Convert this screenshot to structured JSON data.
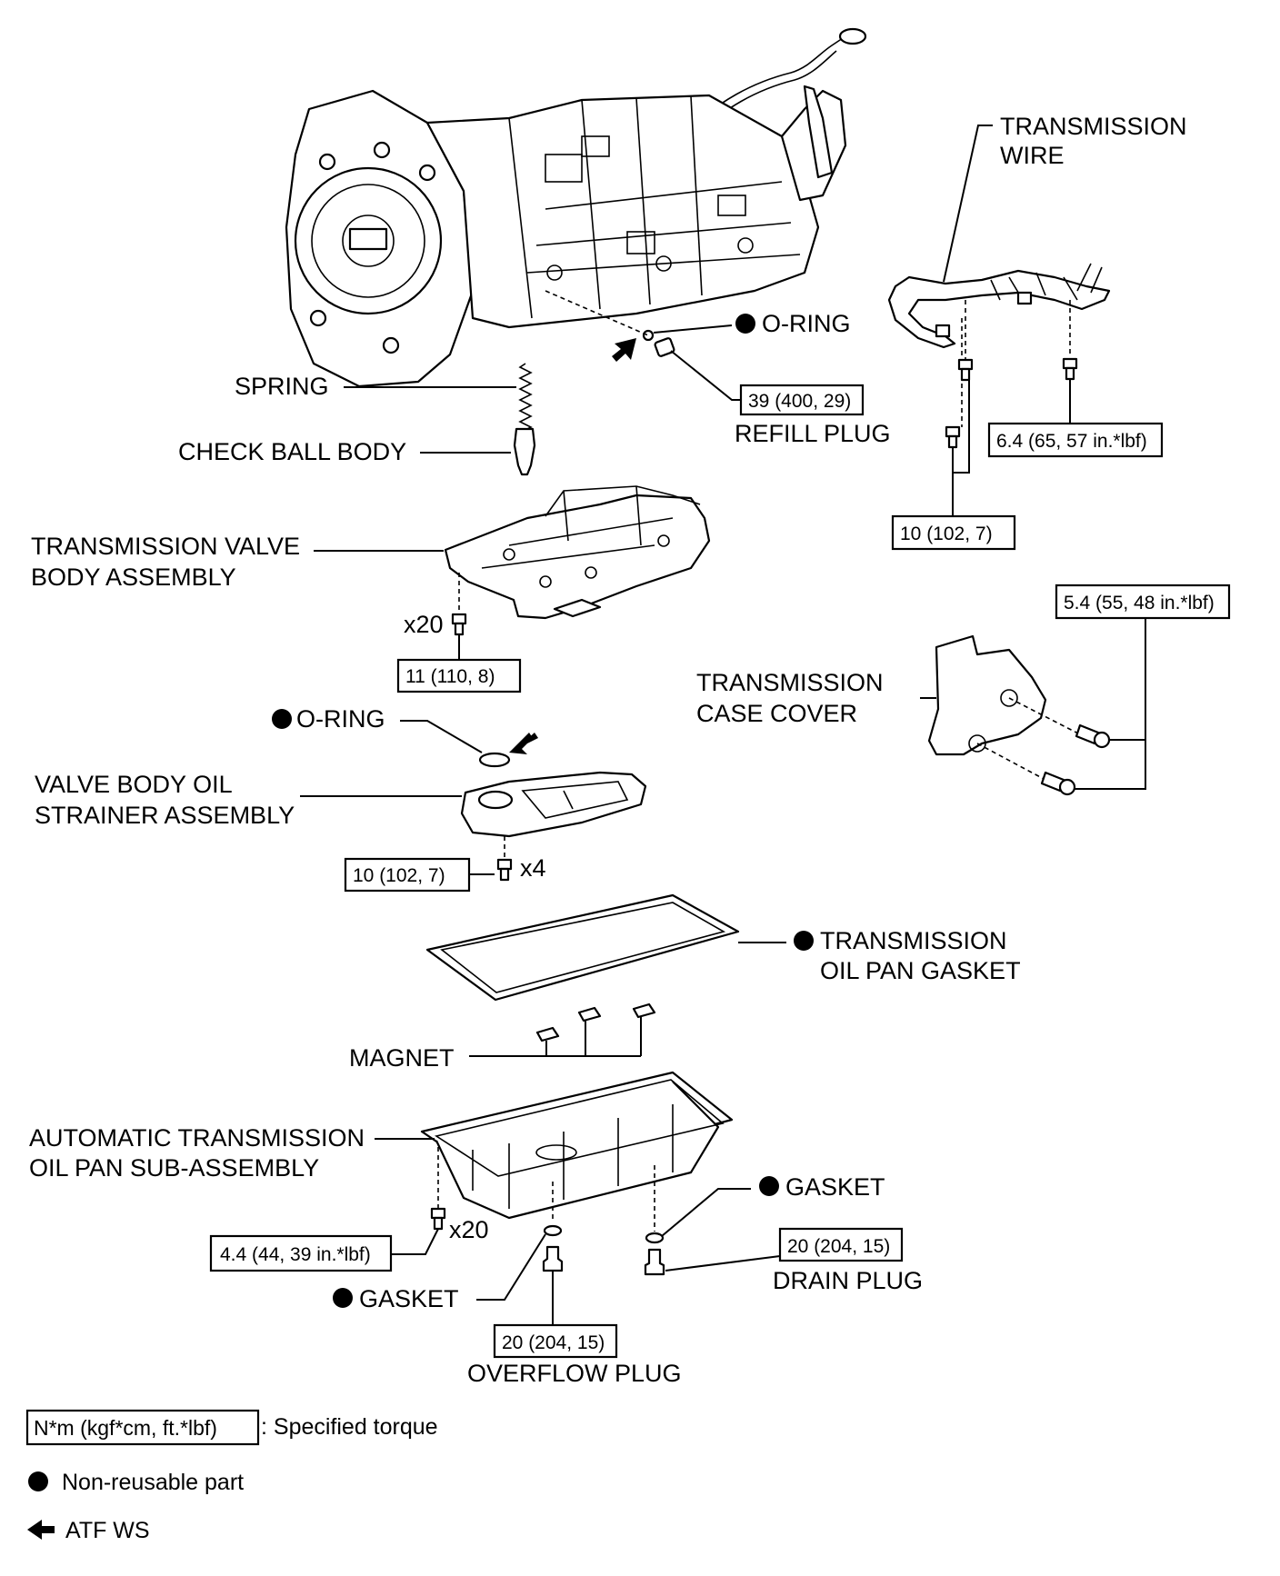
{
  "parts": {
    "transmission_wire": [
      "TRANSMISSION",
      "WIRE"
    ],
    "o_ring_top": "O-RING",
    "spring": "SPRING",
    "refill_plug": "REFILL PLUG",
    "check_ball_body": "CHECK BALL BODY",
    "valve_body": [
      "TRANSMISSION VALVE",
      "BODY ASSEMBLY"
    ],
    "case_cover": [
      "TRANSMISSION",
      "CASE COVER"
    ],
    "o_ring_strainer": "O-RING",
    "strainer": [
      "VALVE BODY OIL",
      "STRAINER ASSEMBLY"
    ],
    "pan_gasket": [
      "TRANSMISSION",
      "OIL PAN GASKET"
    ],
    "magnet": "MAGNET",
    "oil_pan": [
      "AUTOMATIC TRANSMISSION",
      "OIL PAN SUB-ASSEMBLY"
    ],
    "gasket_drain": "GASKET",
    "drain_plug": "DRAIN PLUG",
    "gasket_overflow": "GASKET",
    "overflow_plug": "OVERFLOW PLUG"
  },
  "torques": {
    "refill_plug": "39 (400, 29)",
    "wire_bolt_a": "6.4 (65, 57 in.*lbf)",
    "wire_bolt_b": "10 (102, 7)",
    "valve_body_bolts": "11 (110, 8)",
    "case_cover_bolts": "5.4 (55, 48 in.*lbf)",
    "strainer_bolts": "10 (102, 7)",
    "oil_pan_bolts": "4.4 (44, 39 in.*lbf)",
    "drain_plug": "20 (204, 15)",
    "overflow_plug": "20 (204, 15)"
  },
  "quantities": {
    "valve_body_bolts": "x20",
    "strainer_bolts": "x4",
    "oil_pan_bolts": "x20"
  },
  "legend": {
    "torque_box": "N*m (kgf*cm, ft.*lbf)",
    "torque_desc": ": Specified torque",
    "non_reusable": "Non-reusable part",
    "atf": "ATF WS"
  }
}
